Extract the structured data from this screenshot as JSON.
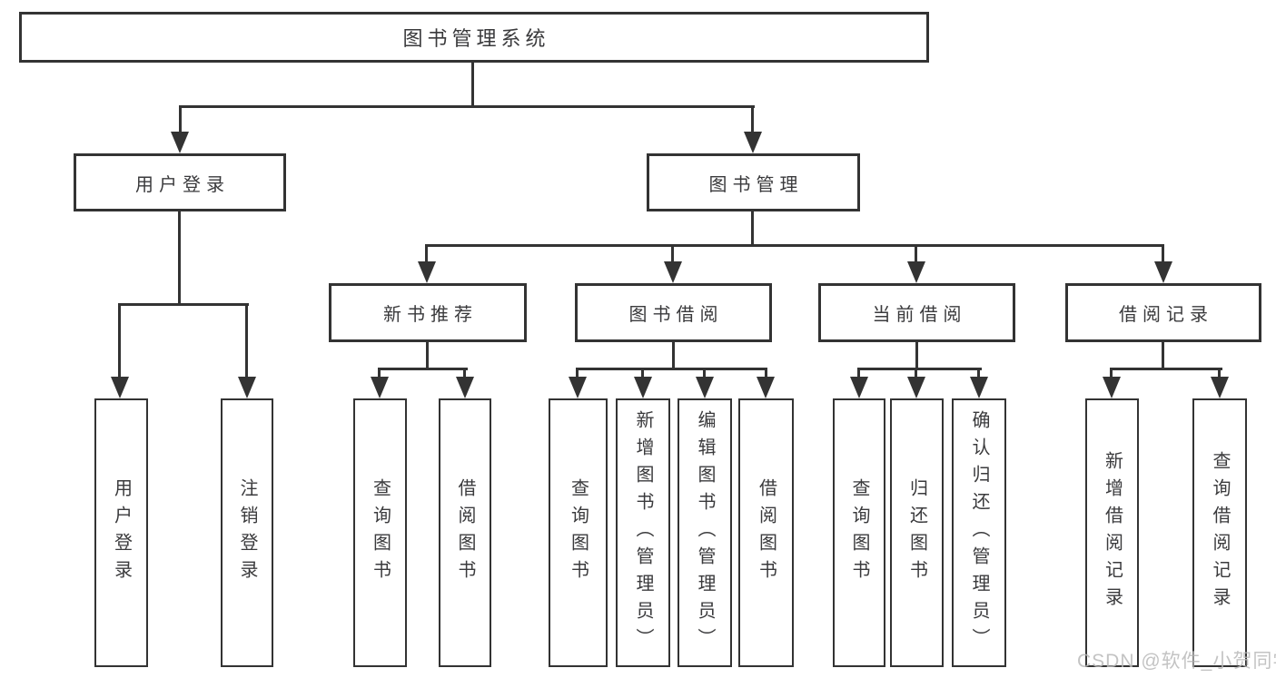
{
  "tree": {
    "root": {
      "label": "图书管理系统",
      "children": [
        {
          "label": "用户登录",
          "children": [
            {
              "label": "用户登录"
            },
            {
              "label": "注销登录"
            }
          ]
        },
        {
          "label": "图书管理",
          "children": [
            {
              "label": "新书推荐",
              "children": [
                {
                  "label": "查询图书"
                },
                {
                  "label": "借阅图书"
                }
              ]
            },
            {
              "label": "图书借阅",
              "children": [
                {
                  "label": "查询图书"
                },
                {
                  "label": "新增图书（管理员）"
                },
                {
                  "label": "编辑图书（管理员）"
                },
                {
                  "label": "借阅图书"
                }
              ]
            },
            {
              "label": "当前借阅",
              "children": [
                {
                  "label": "查询图书"
                },
                {
                  "label": "归还图书"
                },
                {
                  "label": "确认归还（管理员）"
                }
              ]
            },
            {
              "label": "借阅记录",
              "children": [
                {
                  "label": "新增借阅记录"
                },
                {
                  "label": "查询借阅记录"
                }
              ]
            }
          ]
        }
      ]
    }
  },
  "watermark": {
    "text": "CSDN @软件_小贺同学"
  },
  "colors": {
    "line": "#333333",
    "text": "#3a3a3c",
    "watermark": "#b9b9b9",
    "background": "#ffffff"
  }
}
